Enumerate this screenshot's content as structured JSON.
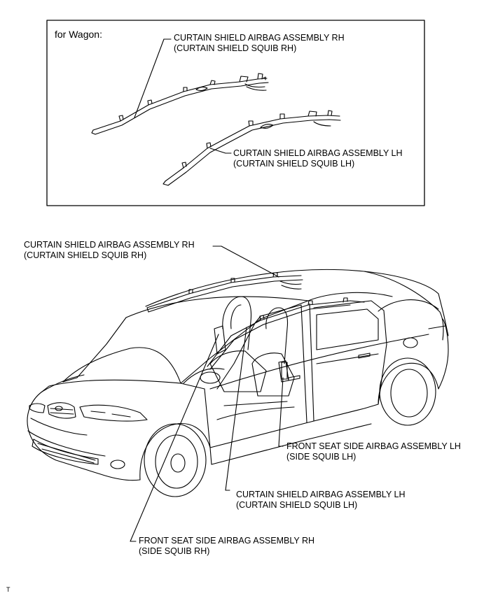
{
  "inset": {
    "title": "for Wagon:"
  },
  "labels": {
    "wagon_curtain_rh": {
      "line1": "CURTAIN SHIELD AIRBAG ASSEMBLY RH",
      "line2": "(CURTAIN SHIELD SQUIB RH)"
    },
    "wagon_curtain_lh": {
      "line1": "CURTAIN SHIELD AIRBAG ASSEMBLY LH",
      "line2": "(CURTAIN SHIELD SQUIB LH)"
    },
    "curtain_rh": {
      "line1": "CURTAIN SHIELD AIRBAG ASSEMBLY RH",
      "line2": "(CURTAIN SHIELD SQUIB RH)"
    },
    "front_side_lh": {
      "line1": "FRONT SEAT SIDE AIRBAG ASSEMBLY LH",
      "line2": "(SIDE SQUIB LH)"
    },
    "curtain_lh": {
      "line1": "CURTAIN SHIELD AIRBAG ASSEMBLY LH",
      "line2": "(CURTAIN SHIELD SQUIB LH)"
    },
    "front_side_rh": {
      "line1": "FRONT SEAT SIDE AIRBAG ASSEMBLY RH",
      "line2": "(SIDE SQUIB RH)"
    }
  },
  "doc_id": "T"
}
